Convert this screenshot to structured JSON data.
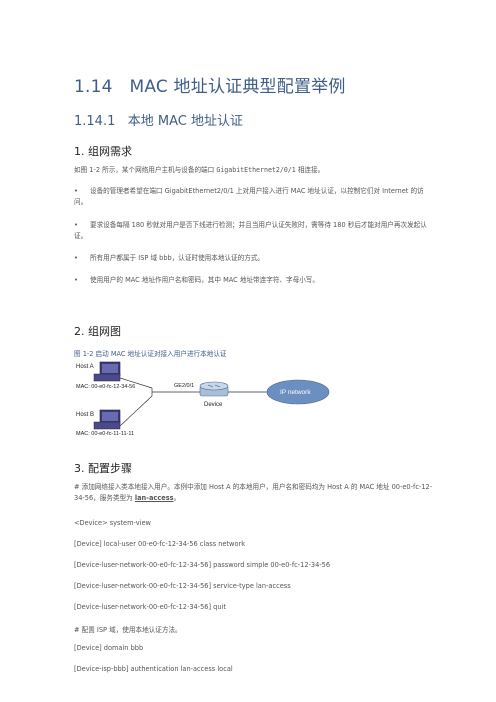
{
  "heading1": {
    "number": "1.14",
    "title": "MAC 地址认证典型配置举例"
  },
  "heading2": {
    "number": "1.14.1",
    "title": "本地 MAC 地址认证"
  },
  "section1": {
    "title": "1. 组网需求",
    "intro_pre": "如图 1-2 所示，某个网络用户主机与设备的端口 ",
    "intro_port": "GigabitEthernet2/0/1",
    "intro_post": " 相连接。",
    "bullets": [
      "设备的管理者希望在端口 GigabitEthernet2/0/1 上对用户接入进行 MAC 地址认证，以控制它们对 Internet 的访问。",
      "要求设备每隔 180 秒就对用户是否下线进行检测；并且当用户认证失败时，需等待 180 秒后才能对用户再次发起认证。",
      "所有用户都属于 ISP 域 bbb，认证时使用本地认证的方式。",
      "使用用户的 MAC 地址作用户名和密码，其中 MAC 地址带连字符、字母小写。"
    ]
  },
  "section2": {
    "title": "2. 组网图",
    "caption": "图 1-2 启动 MAC 地址认证对接入用户进行本地认证",
    "diagram": {
      "host_a": "Host A",
      "host_a_mac": "MAC: 00-e0-fc-12-34-56",
      "host_b": "Host B",
      "host_b_mac": "MAC: 00-e0-fc-11-11-11",
      "port": "GE2/0/1",
      "device": "Device",
      "network": "IP network"
    }
  },
  "section3": {
    "title": "3. 配置步骤",
    "comment1_pre": "# 添加网络接入类本地接入用户。本例中添加 Host A 的本地用户，用户名和密码均为 Host A 的 MAC 地址 00-e0-fc-12-34-56，服务类型为 ",
    "comment1_bold": "lan-access",
    "comment1_post": "。",
    "commands1": [
      "<Device> system-view",
      "[Device] local-user 00-e0-fc-12-34-56 class network",
      "[Device-luser-network-00-e0-fc-12-34-56] password simple 00-e0-fc-12-34-56",
      "[Device-luser-network-00-e0-fc-12-34-56] service-type lan-access",
      "[Device-luser-network-00-e0-fc-12-34-56] quit"
    ],
    "comment2": "# 配置 ISP 域，使用本地认证方法。",
    "commands2": [
      "[Device] domain bbb",
      "[Device-isp-bbb] authentication lan-access local"
    ]
  },
  "colors": {
    "heading": "#3f5e87",
    "text": "#555555",
    "host": "#3b3b7a",
    "cloud": "#6a8fc0"
  }
}
